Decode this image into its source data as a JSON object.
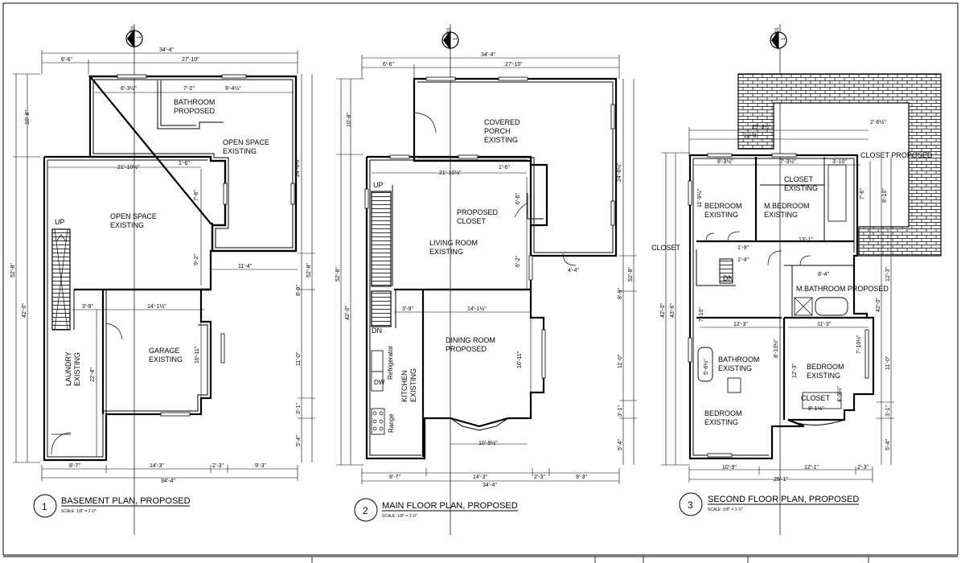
{
  "section_marker": {
    "sheet": "A-301",
    "number": "1"
  },
  "plans": [
    {
      "number": "1",
      "title": "BASEMENT PLAN, PROPOSED",
      "scale": "SCALE :1/8\" = 1'-0\"",
      "rooms": {
        "bathroom_line1": "BATHROOM",
        "bathroom_line2": "PROPOSED",
        "open_space_1_line1": "OPEN SPACE",
        "open_space_1_line2": "EXISTING",
        "open_space_2_line1": "OPEN SPACE",
        "open_space_2_line2": "EXISTING",
        "garage_line1": "GARAGE",
        "garage_line2": "EXISTING",
        "laundry_line1": "LAUNDRY",
        "laundry_line2": "EXISTING",
        "up": "UP"
      },
      "dims": {
        "top_overall": "34'-4\"",
        "top_left": "6'-6\"",
        "top_right": "27'-10\"",
        "in_1": "8'-3½\"",
        "in_2": "7'-2\"",
        "in_3": "9'-4½\"",
        "in_4": "21'-10½\"",
        "in_5": "1'-6\"",
        "in_6": "7'-6\"",
        "in_7": "9'-2\"",
        "in_8": "11'-4\"",
        "in_9": "3'-9\"",
        "in_10": "14'-1½\"",
        "in_11": "16'-11\"",
        "in_12": "22'-8\"",
        "left_1": "10'-8\"",
        "left_2": "52'-8\"",
        "left_3": "42'-0\"",
        "right_1": "24'-6½\"",
        "right_2": "52'-8\"",
        "right_3": "8'-9\"",
        "right_4": "11'-0\"",
        "right_5": "3'-1\"",
        "right_6": "5'-4\"",
        "bot_1": "8'-7\"",
        "bot_2": "14'-3\"",
        "bot_3": "2'-3\"",
        "bot_4": "9'-3\"",
        "bot_overall": "34'-4\""
      }
    },
    {
      "number": "2",
      "title": "MAIN FLOOR PLAN, PROPOSED",
      "scale": "SCALE :1/8\" = 1'-0\"",
      "rooms": {
        "porch_line1": "COVERED",
        "porch_line2": "PORCH",
        "porch_line3": "EXISTING",
        "closet_line1": "PROPOSED",
        "closet_line2": "CLOSET",
        "living_line1": "LIVING ROOM",
        "living_line2": "EXISTING",
        "dining_line1": "DINING ROOM",
        "dining_line2": "PROPOSED",
        "kitchen_line1": "KITCHEN",
        "kitchen_line2": "EXISTING",
        "up": "UP",
        "dn": "DN",
        "dw": "DW",
        "refrigerator": "Refrigerator",
        "range": "Range"
      },
      "dims": {
        "top_overall": "34'-4\"",
        "top_left": "6'-6\"",
        "top_right": "27'-10\"",
        "in_1": "21'-10½\"",
        "in_2": "1'-6\"",
        "in_3": "6'-6\"",
        "in_4": "6'-2\"",
        "in_5": "4'-4\"",
        "in_6": "3'-9\"",
        "in_7": "14'-1½\"",
        "in_8": "16'-11\"",
        "in_9": "10'-9½\"",
        "left_1": "10'-8\"",
        "left_2": "52'-8\"",
        "left_3": "42'-0\"",
        "right_1": "24'-6½\"",
        "right_2": "52'-8\"",
        "right_3": "8'-9\"",
        "right_4": "11'-0\"",
        "right_5": "3'-1\"",
        "right_6": "5'-4\"",
        "bot_1": "8'-7\"",
        "bot_2": "14'-3\"",
        "bot_3": "2'-3\"",
        "bot_4": "9'-3\"",
        "bot_overall": "34'-4\""
      }
    },
    {
      "number": "3",
      "title": "SECOND FLOOR PLAN, PROPOSED",
      "scale": "SCALE :1/8\" = 1'-0\"",
      "rooms": {
        "closet_proposed": "CLOSET PROPOSED",
        "closet_existing_line1": "CLOSET",
        "closet_existing_line2": "EXISTING",
        "bedroom1_line1": "BEDROOM",
        "bedroom1_line2": "EXISTING",
        "mbedroom_line1": "M.BEDROOM",
        "mbedroom_line2": "EXISTING",
        "closet_left": "CLOSET",
        "dn": "DN",
        "mbath": "M.BATHROOM PROPOSED",
        "bath_line1": "BATHROOM",
        "bath_line2": "EXISTING",
        "bedroom2_line1": "BEDROOM",
        "bedroom2_line2": "EXISTING",
        "closet_lower": "CLOSET",
        "bedroom3_line1": "BEDROOM",
        "bedroom3_line2": "EXISTING"
      },
      "dims": {
        "d_1": "2'-6½\"",
        "d_2": "25'-3½\"",
        "d_3": "23'-8\"",
        "d_4": "8'-3½\"",
        "d_5": "7'-3½\"",
        "d_6": "3'-10\"",
        "d_7": "11'-9½\"",
        "d_8": "7'-6\"",
        "d_9": "8'-10\"",
        "d_10": "13'-1\"",
        "d_11": "1'-9\"",
        "d_12": "1'-4\"",
        "d_13": "8'-4\"",
        "d_14": "7'-10\"",
        "d_15": "12'-3\"",
        "d_16": "11'-3\"",
        "d_17": "7'-10½\"",
        "d_18": "5'-6½\"",
        "d_19": "8'-10½\"",
        "d_20": "12'-3\"",
        "d_21": "8'-1½\"",
        "d_22": "4'-9½\"",
        "bot_1": "10'-9\"",
        "bot_2": "12'-1\"",
        "bot_3": "2'-3\"",
        "bot_overall": "25'-1\"",
        "left_1": "42'-0\"",
        "left_2": "43'-6\"",
        "right_1": "12'-3\"",
        "right_2": "42'-0\"",
        "right_3": "11'-0\"",
        "right_4": "3'-1\"",
        "right_5": "5'-4\""
      }
    }
  ]
}
